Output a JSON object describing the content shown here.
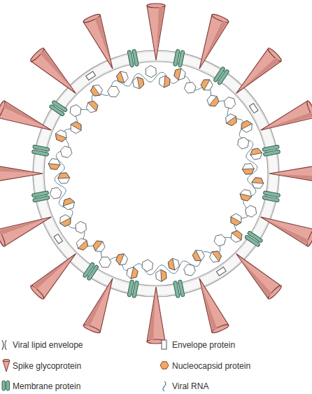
{
  "diagram": {
    "legend": [
      {
        "text": "Viral lipid envelope"
      },
      {
        "text": "Envelope protein"
      },
      {
        "text": "Spike glycoprotein"
      },
      {
        "text": "Nucleocapsid protein"
      },
      {
        "text": "Membrane protein"
      },
      {
        "text": "Viral RNA"
      }
    ]
  }
}
